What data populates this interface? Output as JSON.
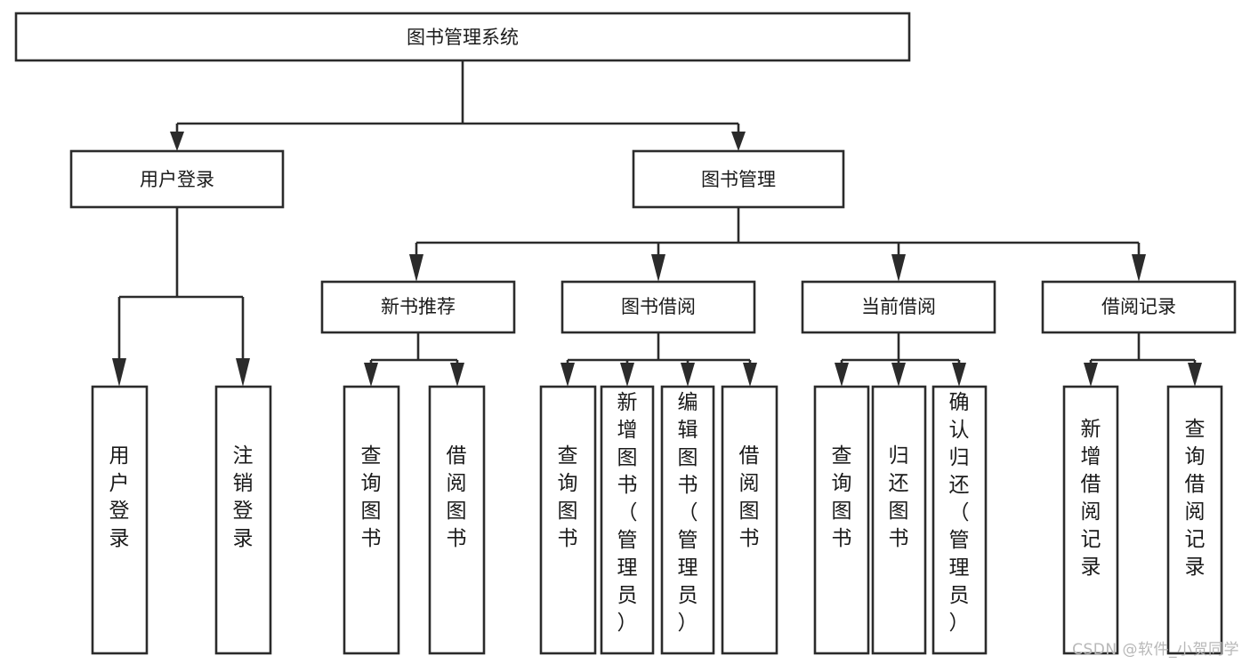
{
  "diagram": {
    "title": "图书管理系统",
    "type": "tree",
    "watermark": "CSDN @软件_小贺同学",
    "colors": {
      "box_stroke": "#2b2b2b",
      "box_fill": "#ffffff",
      "text": "#1a1a1a",
      "canvas": "#ffffff",
      "watermark": "#b8b8b8"
    },
    "levels": {
      "root": "图书管理系统",
      "level2": [
        "用户登录",
        "图书管理"
      ],
      "level3": [
        "新书推荐",
        "图书借阅",
        "当前借阅",
        "借阅记录"
      ]
    },
    "nodes": {
      "root": {
        "label": "图书管理系统"
      },
      "user_login": {
        "label": "用户登录"
      },
      "book_manage": {
        "label": "图书管理"
      },
      "new_book_rec": {
        "label": "新书推荐"
      },
      "book_borrow": {
        "label": "图书借阅"
      },
      "current_borrow": {
        "label": "当前借阅"
      },
      "borrow_record": {
        "label": "借阅记录"
      }
    },
    "leaves": {
      "user_login": [
        "用户登录",
        "注销登录"
      ],
      "new_book_rec": [
        "查询图书",
        "借阅图书"
      ],
      "book_borrow": [
        "查询图书",
        "新增图书（管理员）",
        "编辑图书（管理员）",
        "借阅图书"
      ],
      "current_borrow": [
        "查询图书",
        "归还图书",
        "确认归还（管理员）"
      ],
      "borrow_record": [
        "新增借阅记录",
        "查询借阅记录"
      ]
    }
  }
}
